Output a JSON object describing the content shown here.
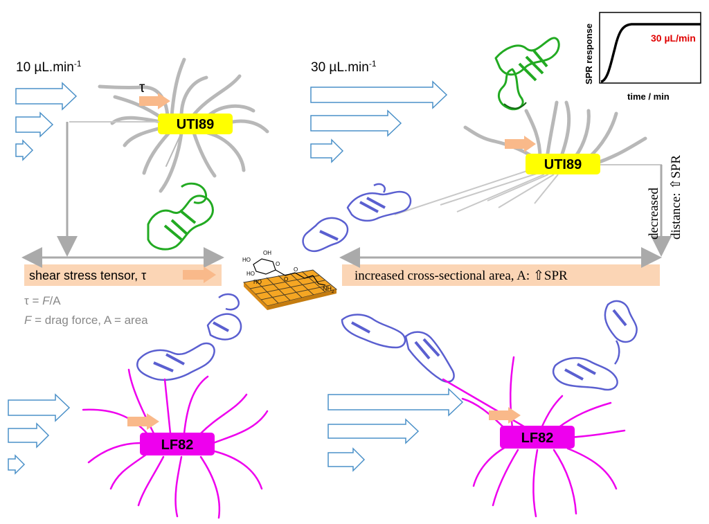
{
  "flow_labels": {
    "low": {
      "prefix": "10 µL.min",
      "sup": "-1"
    },
    "high": {
      "prefix": "30 µL.min",
      "sup": "-1"
    }
  },
  "tau_symbol": "τ",
  "strains": {
    "uti_left": "UTI89",
    "uti_right": "UTI89",
    "lf_left": "LF82",
    "lf_right": "LF82"
  },
  "shear_box": {
    "text": "shear stress tensor, τ"
  },
  "area_box": {
    "text": "increased cross-sectional area, A: ⇧SPR"
  },
  "formula": {
    "line1_a": "τ = ",
    "line1_b": "F",
    "line1_c": "/A",
    "line2_a": "F",
    "line2_b": "  = drag force, A = area"
  },
  "distance_label": {
    "line1": "decreased",
    "line2": "distance: ⇧SPR"
  },
  "nh2_label": "NH",
  "nh2_sub": "2",
  "ho_labels": [
    "HO",
    "HO",
    "HO",
    "OH",
    "O",
    "O",
    "O"
  ],
  "inset": {
    "ylabel": "SPR response",
    "xlabel": "time / min",
    "curve_label": "30 µL/min"
  },
  "colors": {
    "uti": "#ffff00",
    "lf": "#ff00ff",
    "flow_arrow": "#4a90c8",
    "box_fill": "#fbd5b5",
    "orange_arrow": "#f9b98a",
    "protein_green": "#22aa22",
    "protein_blue": "#5a5fd0",
    "curve_label": "#e00000",
    "fimbria_gray": "#b8b8b8"
  }
}
